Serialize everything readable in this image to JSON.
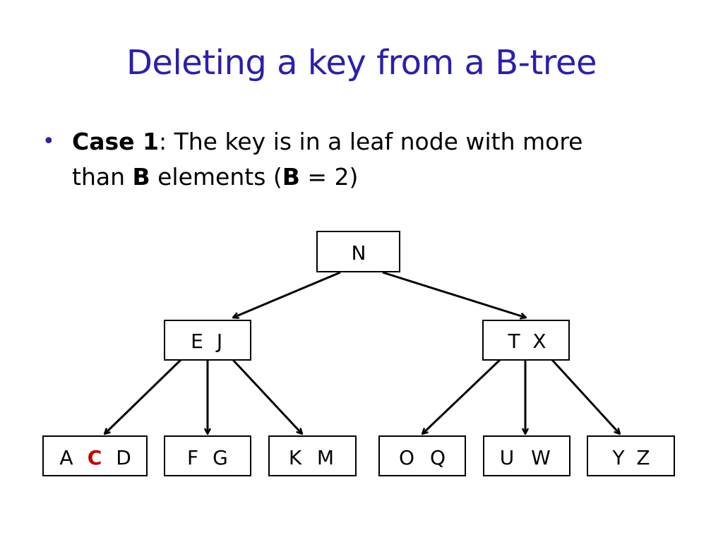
{
  "title": "Deleting a key from a B-tree",
  "bullet": {
    "case_label": "Case 1",
    "text1": ": The key is in a leaf node with more",
    "text2a": "than ",
    "b_label": "B",
    "text2b": " elements (",
    "b_label2": "B",
    "text2c": " = 2)"
  },
  "colors": {
    "title": "#2A1FB0",
    "bullet": "#2A1FB0",
    "highlight": "#C00000"
  },
  "tree": {
    "root": {
      "keys": [
        "N"
      ]
    },
    "internal": [
      {
        "id": "EJ",
        "keys": [
          "E",
          "J"
        ]
      },
      {
        "id": "TX",
        "keys": [
          "T",
          "X"
        ]
      }
    ],
    "leaves": [
      {
        "id": "ACD",
        "keys": [
          "A",
          "C",
          "D"
        ],
        "highlight_key": "C"
      },
      {
        "id": "FG",
        "keys": [
          "F",
          "G"
        ]
      },
      {
        "id": "KM",
        "keys": [
          "K",
          "M"
        ]
      },
      {
        "id": "OQ",
        "keys": [
          "O",
          "Q"
        ]
      },
      {
        "id": "UW",
        "keys": [
          "U",
          "W"
        ]
      },
      {
        "id": "YZ",
        "keys": [
          "Y",
          "Z"
        ]
      }
    ]
  }
}
